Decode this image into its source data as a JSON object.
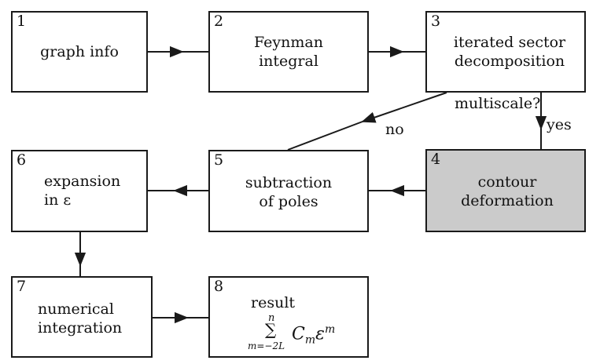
{
  "nodes": [
    {
      "id": "1",
      "number": "1",
      "lines": [
        "graph info"
      ]
    },
    {
      "id": "2",
      "number": "2",
      "lines": [
        "Feynman",
        "integral"
      ]
    },
    {
      "id": "3",
      "number": "3",
      "lines": [
        "iterated sector",
        "decomposition"
      ]
    },
    {
      "id": "4",
      "number": "4",
      "lines": [
        "contour",
        "deformation"
      ],
      "shaded": true
    },
    {
      "id": "5",
      "number": "5",
      "lines": [
        "subtraction",
        "of poles"
      ]
    },
    {
      "id": "6",
      "number": "6",
      "lines": [
        "expansion",
        "in ε"
      ]
    },
    {
      "id": "7",
      "number": "7",
      "lines": [
        "numerical",
        "integration"
      ]
    },
    {
      "id": "8",
      "number": "8",
      "lines": [
        "result"
      ],
      "formula": {
        "sum_upper": "n",
        "sum_symbol": "∑",
        "sum_lower": "m=−2L",
        "base": "C",
        "subscript": "m",
        "term": "ε",
        "exponent": "m"
      }
    }
  ],
  "edge_labels": {
    "question": "multiscale?",
    "yes": "yes",
    "no": "no"
  },
  "colors": {
    "line": "#1a1a1a",
    "shaded_fill": "#cbcbcb",
    "background": "#ffffff"
  }
}
